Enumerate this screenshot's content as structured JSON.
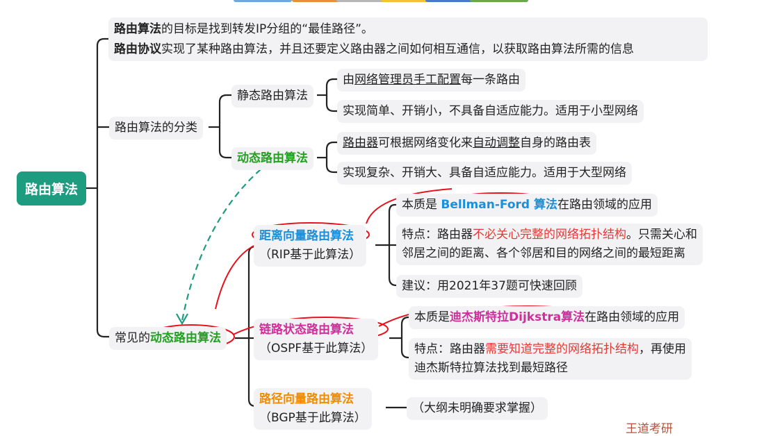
{
  "colors": {
    "root": "#1e9c80",
    "distance": "#1a8fdc",
    "link_state": "#cf2f9a",
    "dynamic": "#22a022",
    "path_vector": "#f08c00",
    "highlight": "#e53935",
    "annotation": "#e8101a",
    "arrow": "#1e9c80"
  },
  "toolbar_swatches": [
    "#6fa8dc",
    "#e69138",
    "#b7b7b7",
    "#f1c232",
    "#4a7bc8",
    "#6aa84f"
  ],
  "root": {
    "label": "路由算法"
  },
  "intro": {
    "line1_bold": "路由算法",
    "line1_rest": "的目标是找到转发IP分组的“最佳路径”。",
    "line2_bold": "路由协议",
    "line2_rest": "实现了某种路由算法，并且还要定义路由器之间如何相互通信，以获取路由算法所需的信息"
  },
  "classification": {
    "label": "路由算法的分类",
    "static": {
      "label": "静态路由算法",
      "item1": {
        "pre": "由",
        "u": "网络管理员手工配置",
        "post": "每一条路由"
      },
      "item2": "实现简单、开销小，不具备自适应能力。适用于小型网络"
    },
    "dynamic": {
      "label": "动态路由算法",
      "item1": {
        "u1": "路由器",
        "mid": "可根据网络变化来",
        "u2": "自动调整",
        "post": "自身的路由表"
      },
      "item2": "实现复杂、开销大、具备自适应能力。适用于大型网络"
    }
  },
  "common": {
    "label_pre": "常见的",
    "label_hl": "动态路由算法",
    "distance_vector": {
      "name": "距离向量路由算法",
      "note": "（RIP基于此算法）",
      "essence": {
        "pre": "本质是 ",
        "hl": "Bellman-Ford 算法",
        "post": "在路由领域的应用"
      },
      "feature": {
        "pre": "特点：路由器",
        "hl": "不必关心完整的网络拓扑结构",
        "post": "。只需关心和",
        "line2": "邻居之间的距离、各个邻居和目的网络之间的最短距离"
      },
      "suggestion": "建议：用2021年37题可快速回顾"
    },
    "link_state": {
      "name": "链路状态路由算法",
      "note": "（OSPF基于此算法）",
      "essence": {
        "pre": "本质是",
        "hl": "迪杰斯特拉Dijkstra算法",
        "post": "在路由领域的应用"
      },
      "feature": {
        "pre": "特点：路由器",
        "hl": "需要知道完整的网络拓扑结构",
        "post": "，再使用",
        "line2": "迪杰斯特拉算法找到最短路径"
      }
    },
    "path_vector": {
      "name": "路径向量路由算法",
      "note": "（BGP基于此算法）",
      "remark": "（大纲未明确要求掌握）"
    }
  },
  "footer_cut": "王道考研"
}
